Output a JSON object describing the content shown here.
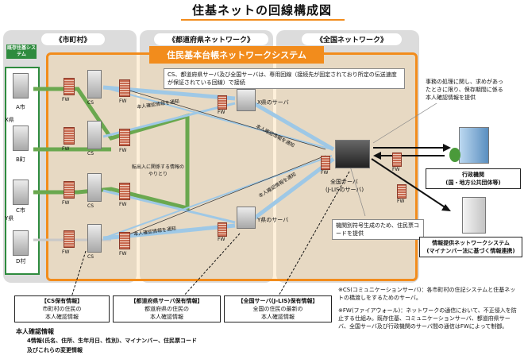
{
  "title": "住基ネットの回線構成図",
  "sections": {
    "municipal": "《市町村》",
    "prefectural": "《都道府県ネットワーク》",
    "national": "《全国ネットワーク》"
  },
  "system_banner": "住民基本台帳ネットワークシステム",
  "existing_system_label": "既存住基システム",
  "municipalities": [
    "A市",
    "B町",
    "C市",
    "D村"
  ],
  "prefectures": [
    "X県",
    "Y県"
  ],
  "node_labels": {
    "cs": "CS",
    "fw": "FW"
  },
  "servers": {
    "x_pref": "X県のサーバ",
    "y_pref": "Y県のサーバ",
    "national_1": "全国サーバ",
    "national_2": "(J-LISのサーバ)"
  },
  "flow_labels": {
    "identity_notice": "本人確認情報を通知",
    "transfer": "転出入に関係する情報のやりとり"
  },
  "line_note": "CS、都道府県サーバ及び全国サーバは、専用回線（接続先が固定されており所定の伝送速度が保証されている回線）で接続",
  "admin_note": "事務の処理に関し、求めがあったときに限り、保存期間に係る本人確認情報を提供",
  "admin_agency": {
    "line1": "行政機関",
    "line2": "(国・地方公共団体等)"
  },
  "code_note": "機関別符号生成のため、住民票コードを提供",
  "info_provision": {
    "line1": "情報提供ネットワークシステム",
    "line2": "(マイナンバー法に基づく情報連携)"
  },
  "holdings": [
    {
      "title": "【CS保有情報】",
      "line1": "市町村の住民の",
      "line2": "本人確認情報"
    },
    {
      "title": "【都道府県サーバ保有情報】",
      "line1": "都道府県の住民の",
      "line2": "本人確認情報"
    },
    {
      "title": "【全国サーバ(J-LIS)保有情報】",
      "line1": "全国の住民の最新の",
      "line2": "本人確認情報"
    }
  ],
  "identity_info": {
    "heading": "本人確認情報",
    "line1": "4情報(氏名、住所、生年月日、性別)、マイナンバー、住民票コード",
    "line2": "及びこれらの変更情報"
  },
  "footnotes": {
    "cs": "※CS(コミュニケーションサーバ)：各市町村の住記システムと住基ネットの橋渡しをするためのサーバ。",
    "fw": "※FW(ファイアウォール)：ネットワークの通信において、不正侵入を防止する仕組み。既存住基、コミュニケーションサーバ、都道府県サーバ、全国サーバ及び行政機関のサーバ間の通信はFWによって制御。"
  },
  "colors": {
    "accent": "#f28c1c",
    "link": "#9ec8e6",
    "transfer": "#6aa84f",
    "panel": "#dcdcdc"
  }
}
